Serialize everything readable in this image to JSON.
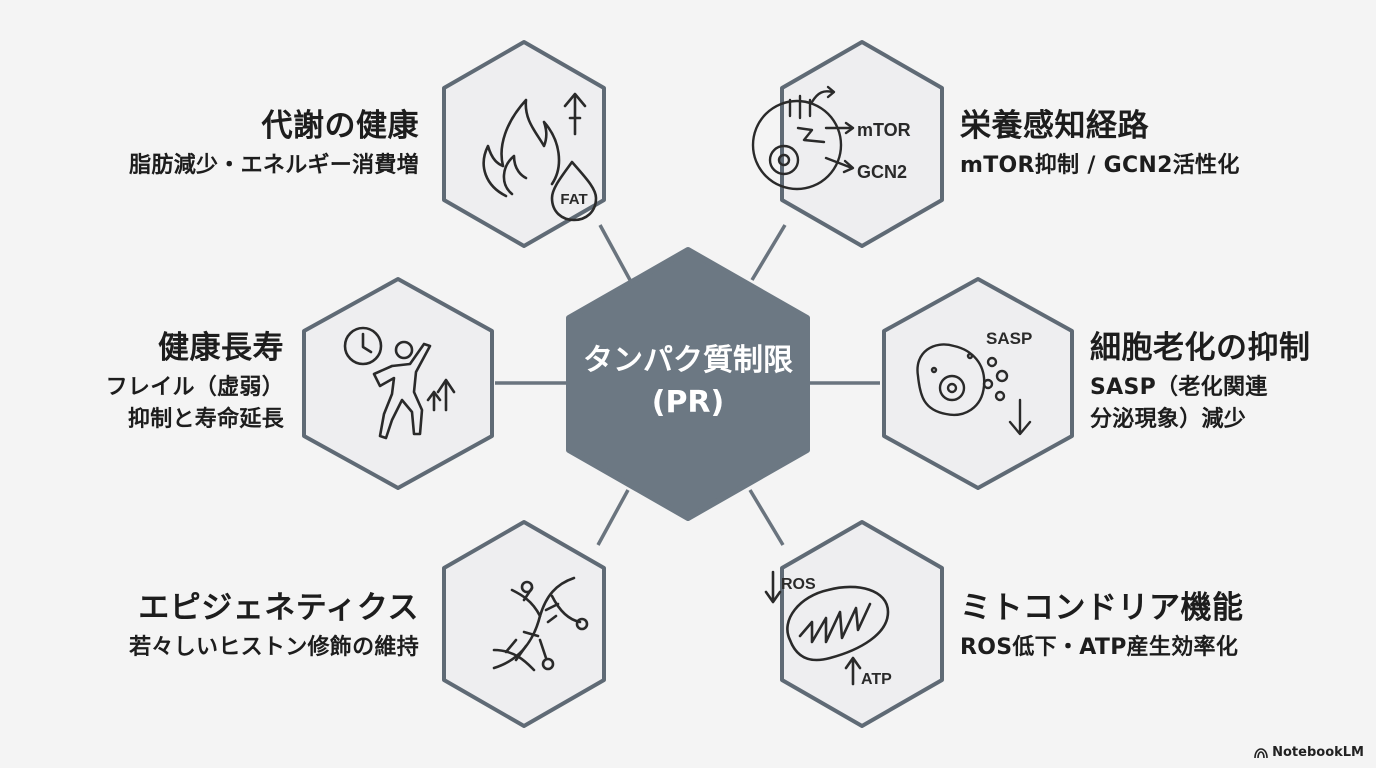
{
  "center": {
    "label": "タンパク質制限\n(PR)"
  },
  "nodes": [
    {
      "id": "metabolic",
      "title": "代謝の健康",
      "subtitle": "脂肪減少・エネルギー消費増",
      "icon": "flame-fat-drop-icon",
      "icon_text": [
        "FAT"
      ]
    },
    {
      "id": "nutrient",
      "title": "栄養感知経路",
      "subtitle": "mTOR抑制 / GCN2活性化",
      "icon": "cell-signaling-icon",
      "icon_text": [
        "mTOR",
        "GCN2"
      ]
    },
    {
      "id": "longevity",
      "title": "健康長寿",
      "subtitle": "フレイル（虚弱）\n抑制と寿命延長",
      "icon": "active-person-clock-icon",
      "icon_text": []
    },
    {
      "id": "senescence",
      "title": "細胞老化の抑制",
      "subtitle": "SASP（老化関連\n分泌現象）減少",
      "icon": "senescent-cell-icon",
      "icon_text": [
        "SASP"
      ]
    },
    {
      "id": "epigenetics",
      "title": "エピジェネティクス",
      "subtitle": "若々しいヒストン修飾の維持",
      "icon": "dna-helix-icon",
      "icon_text": []
    },
    {
      "id": "mitochondria",
      "title": "ミトコンドリア機能",
      "subtitle": "ROS低下・ATP産生効率化",
      "icon": "mitochondrion-icon",
      "icon_text": [
        "ROS",
        "ATP"
      ]
    }
  ],
  "brand": {
    "label": "NotebookLM"
  },
  "colors": {
    "center_fill": "#6c7883",
    "hex_fill": "#eeeef0",
    "hex_stroke": "#5f6a75",
    "connector": "#6a747e"
  }
}
